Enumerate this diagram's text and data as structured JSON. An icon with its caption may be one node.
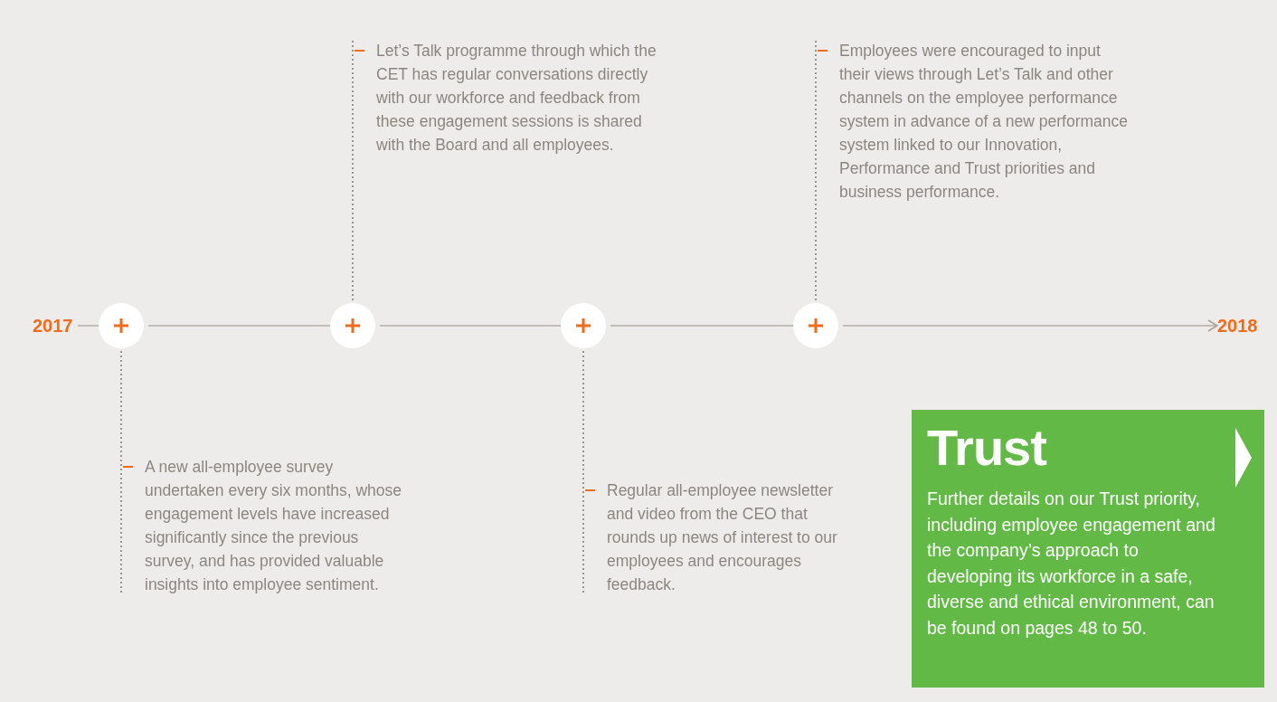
{
  "diagram": {
    "nodes": [
      {
        "text": [
          "Let’s Talk programme through which the CET has regular conversations directly with our workforce and feedback from these engagement sessions is shared with the Board and all employees."
        ]
      },
      {
        "text": [
          "Employees were encouraged to input their views through Let’s Talk and other channels on the employee performance system in advance of a new performance system linked to our Innovation, Performance and Trust priorities and business performance."
        ]
      },
      {
        "text": [
          "2017"
        ]
      },
      {
        "text": [],
        "shape": "circle"
      },
      {
        "text": [],
        "shape": "circle"
      },
      {
        "text": [],
        "shape": "circle"
      },
      {
        "text": [],
        "shape": "circle"
      },
      {
        "text": [
          "2018"
        ]
      },
      {
        "text": [
          "A new all-employee survey undertaken every six months, whose engagement levels have increased significantly since the previous survey, and has provided valuable insights into employee sentiment."
        ]
      },
      {
        "text": [
          "Regular all-employee newsletter and video from the CEO that rounds up news of interest to our employees and encourages feedback."
        ]
      },
      {
        "text": [
          "Trust",
          "Further details on our Trust priority, including employee engagement and the company’s approach to developing its workforce in a safe, diverse and ethical environment, can be found on pages 48 to 50."
        ]
      }
    ],
    "edges": [
      {
        "from": 2,
        "to": 3,
        "arrow": "none"
      },
      {
        "from": 3,
        "to": 4,
        "arrow": "none"
      },
      {
        "from": 4,
        "to": 5,
        "arrow": "none"
      },
      {
        "from": 5,
        "to": 6,
        "arrow": "none"
      },
      {
        "from": 6,
        "to": 7,
        "arrow": "to"
      },
      {
        "from": 0,
        "to": 4,
        "arrow": "none",
        "style": "dashed"
      },
      {
        "from": 1,
        "to": 6,
        "arrow": "none",
        "style": "dashed"
      },
      {
        "from": 8,
        "to": 3,
        "arrow": "none",
        "style": "dashed"
      },
      {
        "from": 9,
        "to": 5,
        "arrow": "none",
        "style": "dashed"
      }
    ]
  }
}
